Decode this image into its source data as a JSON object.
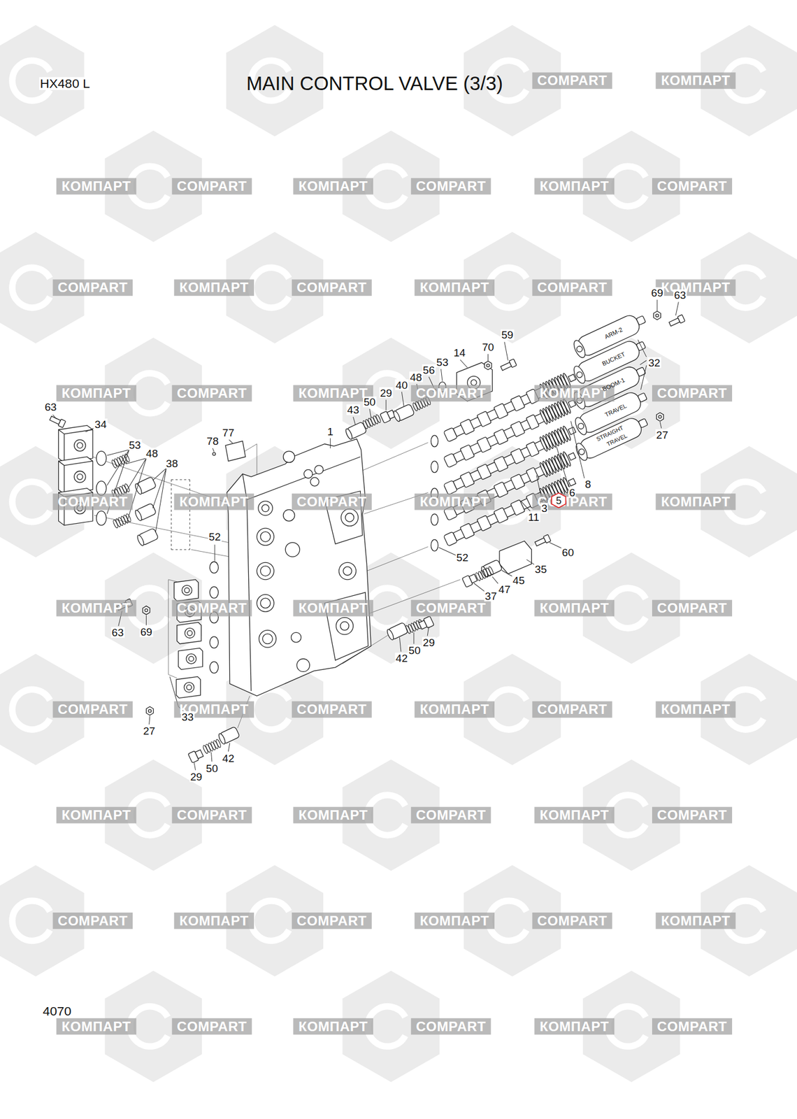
{
  "diagram": {
    "title": "MAIN CONTROL VALVE (3/3)",
    "nodes": [
      {
        "text": [
          "5"
        ]
      }
    ],
    "labels": [
      "HX480 L",
      "69",
      "63",
      "59",
      "ARM-2",
      "70",
      "14",
      "BUCKET",
      "32",
      "56",
      "53",
      "48",
      "40",
      "BOOM-1",
      "29",
      "50",
      "63",
      "43",
      "TRAVEL",
      "34",
      "STRAIGHT",
      "1",
      "77",
      "TRAVEL",
      "27",
      "78",
      "53",
      "48",
      "38",
      "8",
      "6",
      "3",
      "11",
      "52",
      "60",
      "52",
      "35",
      "45",
      "47",
      "37",
      "69",
      "63",
      "29",
      "50",
      "42",
      "33",
      "27",
      "42",
      "50",
      "29",
      "4070",
      "COMPART",
      "КОМПАРТ",
      "КОМПАРТ",
      "COMPART",
      "КОМПАРТ",
      "COMPART",
      "КОМПАРТ",
      "COMPART",
      "COMPART",
      "КОМПАРТ",
      "COMPART",
      "КОМПАРТ",
      "COMPART",
      "КОМПАРТ",
      "КОМПАРТ",
      "COMPART",
      "КОМПАРТ",
      "COMPART",
      "КОМПАРТ",
      "COMPART",
      "COMPART",
      "КОМПАРТ",
      "COMPART",
      "КОМПАРТ",
      "COMPART",
      "КОМПАРТ",
      "КОМПАРТ",
      "COMPART",
      "КОМПАРТ",
      "COMPART",
      "КОМПАРТ",
      "COMPART",
      "COMPART",
      "КОМПАРТ",
      "COMPART",
      "КОМПАРТ",
      "COMPART",
      "КОМПАРТ",
      "КОМПАРТ",
      "COMPART",
      "КОМПАРТ",
      "COMPART",
      "КОМПАРТ",
      "COMPART",
      "COMPART",
      "КОМПАРТ",
      "COMPART",
      "КОМПАРТ",
      "COMPART",
      "КОМПАРТ",
      "КОМПАРТ",
      "COMPART",
      "КОМПАРТ",
      "COMPART",
      "КОМПАРТ",
      "COMPART"
    ]
  }
}
